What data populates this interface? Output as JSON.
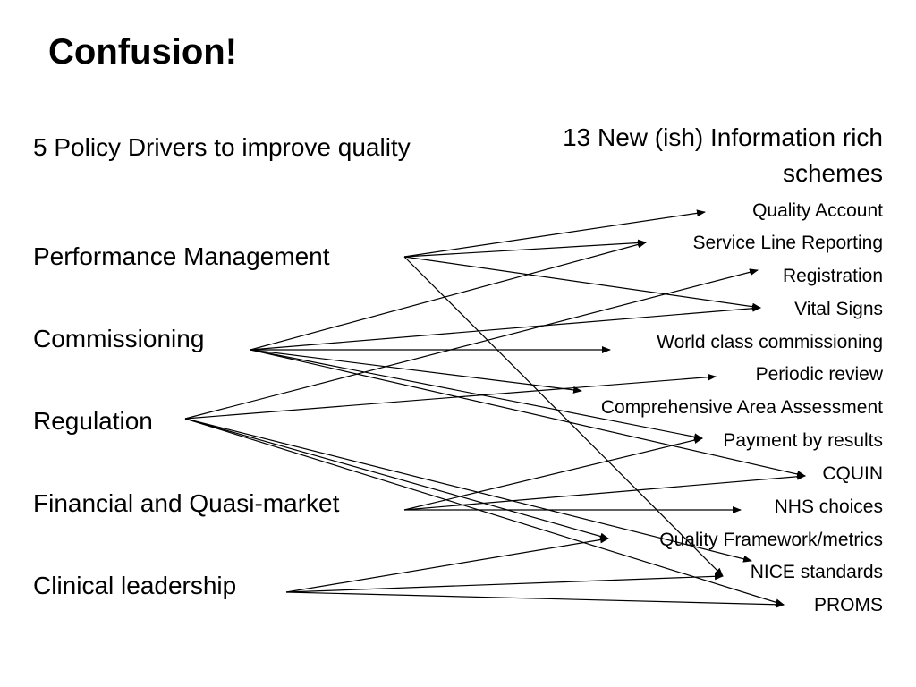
{
  "slide": {
    "title": "Confusion!",
    "left_heading": "5 Policy Drivers to improve quality",
    "right_heading": "13 New (ish) Information rich schemes"
  },
  "drivers": [
    "Performance Management",
    "Commissioning",
    "Regulation",
    "Financial and Quasi-market",
    "Clinical leadership"
  ],
  "schemes": [
    "Quality Account",
    "Service Line Reporting",
    "Registration",
    "Vital Signs",
    "World class commissioning",
    "Periodic review",
    "Comprehensive Area Assessment",
    "Payment by results",
    "CQUIN",
    "NHS choices",
    "Quality Framework/metrics",
    "NICE standards",
    "PROMS"
  ],
  "connections": [
    {
      "from": "Performance Management",
      "to": "Quality Account"
    },
    {
      "from": "Performance Management",
      "to": "Service Line Reporting"
    },
    {
      "from": "Performance Management",
      "to": "Vital Signs"
    },
    {
      "from": "Performance Management",
      "to": "NICE standards"
    },
    {
      "from": "Commissioning",
      "to": "Service Line Reporting"
    },
    {
      "from": "Commissioning",
      "to": "Vital Signs"
    },
    {
      "from": "Commissioning",
      "to": "World class commissioning"
    },
    {
      "from": "Commissioning",
      "to": "Comprehensive Area Assessment"
    },
    {
      "from": "Commissioning",
      "to": "Payment by results"
    },
    {
      "from": "Commissioning",
      "to": "CQUIN"
    },
    {
      "from": "Regulation",
      "to": "Registration"
    },
    {
      "from": "Regulation",
      "to": "Periodic review"
    },
    {
      "from": "Regulation",
      "to": "Quality Framework/metrics"
    },
    {
      "from": "Regulation",
      "to": "NICE standards"
    },
    {
      "from": "Regulation",
      "to": "PROMS"
    },
    {
      "from": "Financial and Quasi-market",
      "to": "Payment by results"
    },
    {
      "from": "Financial and Quasi-market",
      "to": "CQUIN"
    },
    {
      "from": "Financial and Quasi-market",
      "to": "NHS choices"
    },
    {
      "from": "Clinical leadership",
      "to": "Quality Framework/metrics"
    },
    {
      "from": "Clinical leadership",
      "to": "NICE standards"
    },
    {
      "from": "Clinical leadership",
      "to": "PROMS"
    }
  ]
}
